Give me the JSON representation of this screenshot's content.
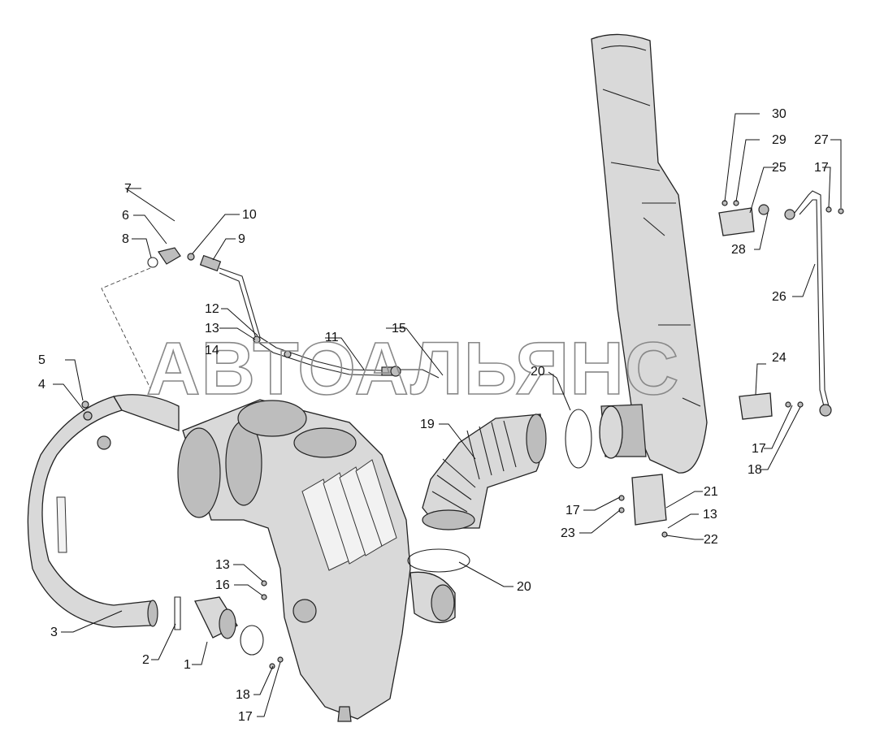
{
  "watermark": "АВТОАЛЬЯНС",
  "callouts": [
    "30",
    "29",
    "27",
    "25",
    "17",
    "7",
    "10",
    "6",
    "9",
    "8",
    "28",
    "26",
    "12",
    "13",
    "11",
    "15",
    "14",
    "20",
    "5",
    "24",
    "4",
    "19",
    "21",
    "17",
    "18",
    "13",
    "17",
    "23",
    "22",
    "13",
    "16",
    "20",
    "3",
    "2",
    "1",
    "18",
    "17"
  ]
}
